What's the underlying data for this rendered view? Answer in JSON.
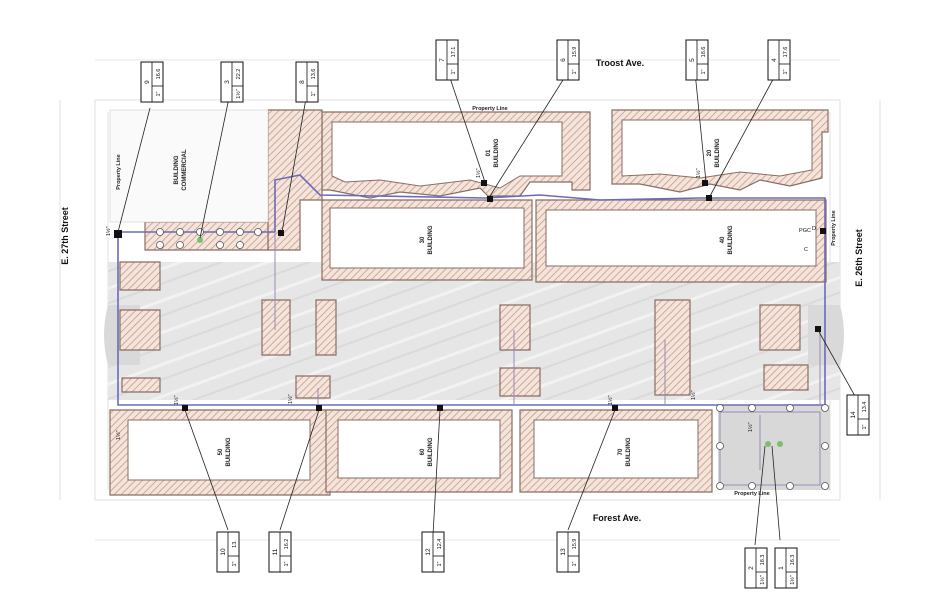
{
  "streets": {
    "north": "Troost Ave.",
    "south": "Forest Ave.",
    "west": "E. 27th Street",
    "east": "E. 26th Street"
  },
  "property_line": "Property Line",
  "buildings": [
    {
      "number": "01",
      "label": "BUILDING"
    },
    {
      "number": "20",
      "label": "BUILDING"
    },
    {
      "number": "30",
      "label": "BUILDING"
    },
    {
      "number": "40",
      "label": "BUILDING"
    },
    {
      "number": "50",
      "label": "BUILDING"
    },
    {
      "number": "60",
      "label": "BUILDING"
    },
    {
      "number": "70",
      "label": "BUILDING"
    },
    {
      "number": "COMMERCIAL",
      "label": "BUILDING"
    }
  ],
  "tags": [
    {
      "id": "1",
      "size": "1½\"",
      "value": "16.3"
    },
    {
      "id": "2",
      "size": "1½\"",
      "value": "18.3"
    },
    {
      "id": "3",
      "size": "1½\"",
      "value": "22.2"
    },
    {
      "id": "4",
      "size": "1\"",
      "value": "17.6"
    },
    {
      "id": "5",
      "size": "1\"",
      "value": "18.6"
    },
    {
      "id": "6",
      "size": "1\"",
      "value": "15.9"
    },
    {
      "id": "7",
      "size": "1\"",
      "value": "17.1"
    },
    {
      "id": "8",
      "size": "1\"",
      "value": "13.6"
    },
    {
      "id": "9",
      "size": "1\"",
      "value": "16.6"
    },
    {
      "id": "10",
      "size": "1\"",
      "value": "13."
    },
    {
      "id": "11",
      "size": "1\"",
      "value": "16.2"
    },
    {
      "id": "12",
      "size": "1\"",
      "value": "12.4"
    },
    {
      "id": "13",
      "size": "1\"",
      "value": "15.9"
    },
    {
      "id": "14",
      "size": "1\"",
      "value": "13.4"
    }
  ],
  "pipe_notes": [
    "1½\"",
    "1½\"",
    "1½\"",
    "1½\"",
    "1½\"",
    "1½\"",
    "1½\"",
    "1½\"",
    "1½\""
  ],
  "equipment_labels": [
    "PGC",
    "C",
    "D"
  ]
}
